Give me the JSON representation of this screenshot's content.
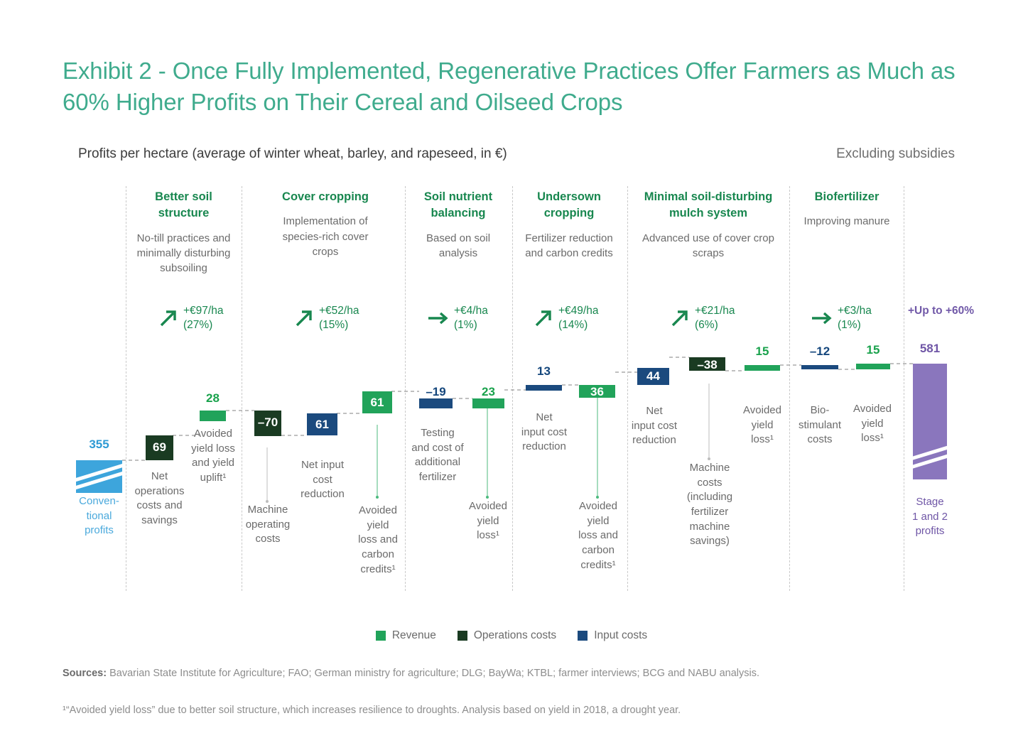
{
  "title": "Exhibit 2 - Once Fully Implemented, Regenerative Practices Offer Farmers as Much as 60% Higher Profits on Their Cereal and Oilseed Crops",
  "subtitle_left": "Profits per hectare (average of winter wheat, barley, and rapeseed, in €)",
  "subtitle_right": "Excluding subsidies",
  "colors": {
    "title": "#3fab8d",
    "revenue": "#21a35a",
    "operations_costs": "#1a3b22",
    "input_costs": "#1b4a7e",
    "baseline": "#3da5dc",
    "total": "#8a76bd",
    "column_title": "#18874f"
  },
  "columns": [
    {
      "title": "Better soil structure",
      "description": "No-till practices and minimally disturbing subsoiling",
      "delta_value": "+€97/ha",
      "delta_percent": "(27%)",
      "arrow": "arrow-up-right-icon"
    },
    {
      "title": "Cover cropping",
      "description": "Implementation of species-rich cover crops",
      "delta_value": "+€52/ha",
      "delta_percent": "(15%)",
      "arrow": "arrow-up-right-icon"
    },
    {
      "title": "Soil nutrient balancing",
      "description": "Based on soil analysis",
      "delta_value": "+€4/ha",
      "delta_percent": "(1%)",
      "arrow": "arrow-right-icon"
    },
    {
      "title": "Undersown cropping",
      "description": "Fertilizer reduction and carbon credits",
      "delta_value": "+€49/ha",
      "delta_percent": "(14%)",
      "arrow": "arrow-up-right-icon"
    },
    {
      "title": "Minimal soil-disturbing mulch system",
      "description": "Advanced use of cover crop scraps",
      "delta_value": "+€21/ha",
      "delta_percent": "(6%)",
      "arrow": "arrow-up-right-icon"
    },
    {
      "title": "Biofertilizer",
      "description": "Improving manure",
      "delta_value": "+€3/ha",
      "delta_percent": "(1%)",
      "arrow": "arrow-right-icon"
    }
  ],
  "final_delta": "+Up to +60%",
  "legend": [
    {
      "label": "Revenue",
      "color": "#21a35a"
    },
    {
      "label": "Operations costs",
      "color": "#1a3b22"
    },
    {
      "label": "Input costs",
      "color": "#1b4a7e"
    }
  ],
  "sources_label": "Sources:",
  "sources_text": " Bavarian State Institute for Agriculture; FAO; German ministry for agriculture; DLG; BayWa; KTBL; farmer interviews; BCG and NABU analysis.",
  "footnote": "¹“Avoided yield loss” due to better soil structure, which increases resilience to droughts. Analysis based on yield in 2018, a drought year.",
  "chart_data": {
    "type": "bar",
    "chart_subtype": "waterfall",
    "title": "Profits per hectare (average of winter wheat, barley, and rapeseed, in €)",
    "units": "€ per hectare",
    "ylabel": "Profits per hectare (€)",
    "xlabel": "",
    "grid": false,
    "legend_position": "bottom",
    "baseline_value": 355,
    "total_value": 581,
    "series_categories": [
      "Revenue",
      "Operations costs",
      "Input costs"
    ],
    "bars": [
      {
        "label": "355",
        "value": 355,
        "type": "baseline",
        "series": "baseline",
        "caption": "Conventional profits",
        "column": null,
        "start": 0,
        "end": 355
      },
      {
        "label": "69",
        "value": 69,
        "type": "delta",
        "series": "Operations costs",
        "caption": "Net operations costs and savings",
        "column": "Better soil structure",
        "start": 355,
        "end": 424
      },
      {
        "label": "28",
        "value": 28,
        "type": "delta",
        "series": "Revenue",
        "caption": "Avoided yield loss and yield uplift¹",
        "column": "Better soil structure",
        "start": 424,
        "end": 452
      },
      {
        "label": "–70",
        "value": -70,
        "type": "delta",
        "series": "Operations costs",
        "caption": "Machine operating costs",
        "column": "Cover cropping",
        "start": 452,
        "end": 382
      },
      {
        "label": "61",
        "value": 61,
        "type": "delta",
        "series": "Input costs",
        "caption": "Net input cost reduction",
        "column": "Cover cropping",
        "start": 382,
        "end": 443
      },
      {
        "label": "61",
        "value": 61,
        "type": "delta",
        "series": "Revenue",
        "caption": "Avoided yield loss and carbon credits¹",
        "column": "Cover cropping",
        "start": 443,
        "end": 504
      },
      {
        "label": "–19",
        "value": -19,
        "type": "delta",
        "series": "Input costs",
        "caption": "Testing and cost of additional fertilizer",
        "column": "Soil nutrient balancing",
        "start": 504,
        "end": 485
      },
      {
        "label": "23",
        "value": 23,
        "type": "delta",
        "series": "Revenue",
        "caption": "Avoided yield loss¹",
        "column": "Soil nutrient balancing",
        "start": 485,
        "end": 508
      },
      {
        "label": "13",
        "value": 13,
        "type": "delta",
        "series": "Input costs",
        "caption": "Net input cost reduction",
        "column": "Undersown cropping",
        "start": 508,
        "end": 521
      },
      {
        "label": "36",
        "value": 36,
        "type": "delta",
        "series": "Revenue",
        "caption": "Avoided yield loss and carbon credits¹",
        "column": "Undersown cropping",
        "start": 521,
        "end": 557
      },
      {
        "label": "44",
        "value": 44,
        "type": "delta",
        "series": "Input costs",
        "caption": "Net input cost reduction",
        "column": "Minimal soil-disturbing mulch system",
        "start": 557,
        "end": 601
      },
      {
        "label": "–38",
        "value": -38,
        "type": "delta",
        "series": "Operations costs",
        "caption": "Machine costs (including fertilizer machine savings)",
        "column": "Minimal soil-disturbing mulch system",
        "start": 601,
        "end": 563
      },
      {
        "label": "15",
        "value": 15,
        "type": "delta",
        "series": "Revenue",
        "caption": "Avoided yield loss¹",
        "column": "Minimal soil-disturbing mulch system",
        "start": 563,
        "end": 578
      },
      {
        "label": "–12",
        "value": -12,
        "type": "delta",
        "series": "Input costs",
        "caption": "Bio-stimulant costs",
        "column": "Biofertilizer",
        "start": 578,
        "end": 566
      },
      {
        "label": "15",
        "value": 15,
        "type": "delta",
        "series": "Revenue",
        "caption": "Avoided yield loss¹",
        "column": "Biofertilizer",
        "start": 566,
        "end": 581
      },
      {
        "label": "581",
        "value": 581,
        "type": "total",
        "series": "total",
        "caption": "Stage 1 and 2 profits",
        "column": null,
        "start": 0,
        "end": 581
      }
    ]
  }
}
